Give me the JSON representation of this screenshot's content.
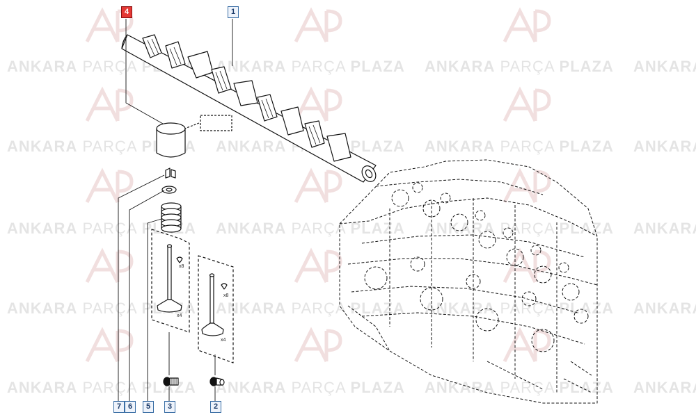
{
  "watermark": {
    "brand_primary": "ANKARA",
    "brand_secondary": "PARÇA",
    "brand_tertiary": "PLAZA",
    "logo_letters": "AP",
    "color": "#cfcfcf",
    "logo_accent": "#e8a0a0"
  },
  "callouts": [
    {
      "id": "4",
      "label": "4",
      "active": true
    },
    {
      "id": "1",
      "label": "1",
      "active": false
    },
    {
      "id": "7",
      "label": "7",
      "active": false
    },
    {
      "id": "6",
      "label": "6",
      "active": false
    },
    {
      "id": "5",
      "label": "5",
      "active": false
    },
    {
      "id": "3",
      "label": "3",
      "active": false
    },
    {
      "id": "2",
      "label": "2",
      "active": false
    }
  ],
  "quantities": {
    "keeper_left": "x8",
    "keeper_right": "x8",
    "valve_left": "x4",
    "valve_right": "x4"
  },
  "colors": {
    "highlight": "#e53935",
    "callout_border": "#3a6ea5",
    "line": "#111111"
  }
}
